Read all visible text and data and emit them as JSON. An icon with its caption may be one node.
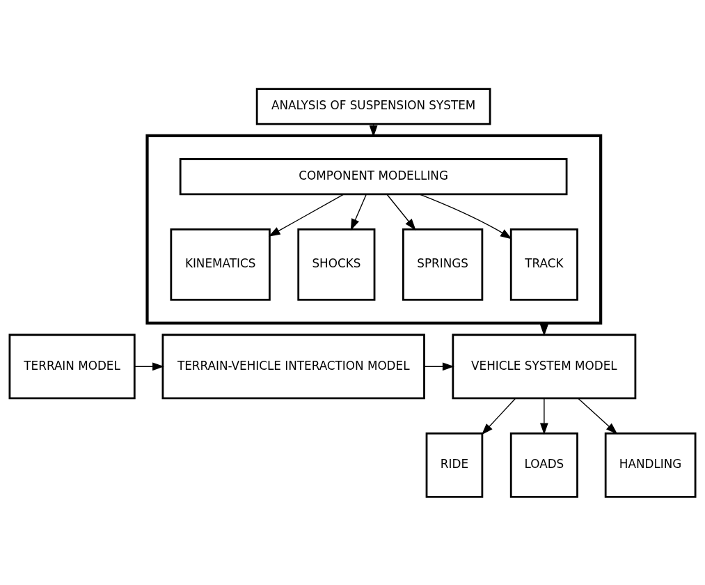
{
  "diagram": {
    "nodes": [
      {
        "text": [
          "ANALYSIS OF SUSPENSION SYSTEM"
        ]
      },
      {
        "text": [],
        "shape": "box"
      },
      {
        "text": [
          "COMPONENT MODELLING"
        ],
        "in": 1
      },
      {
        "text": [
          "KINEMATICS"
        ],
        "in": 1
      },
      {
        "text": [
          "SHOCKS"
        ],
        "in": 1
      },
      {
        "text": [
          "SPRINGS"
        ],
        "in": 1
      },
      {
        "text": [
          "TRACK"
        ],
        "in": 1
      },
      {
        "text": [
          "TERRAIN MODEL"
        ]
      },
      {
        "text": [
          "TERRAIN-VEHICLE INTERACTION MODEL"
        ]
      },
      {
        "text": [
          "VEHICLE SYSTEM MODEL"
        ]
      },
      {
        "text": [
          "RIDE"
        ]
      },
      {
        "text": [
          "LOADS"
        ]
      },
      {
        "text": [
          "HANDLING"
        ]
      }
    ],
    "edges": [
      {
        "from": 0,
        "to": 1,
        "arrow": "to"
      },
      {
        "from": 2,
        "to": 3,
        "arrow": "to"
      },
      {
        "from": 2,
        "to": 4,
        "arrow": "to"
      },
      {
        "from": 2,
        "to": 5,
        "arrow": "to"
      },
      {
        "from": 2,
        "to": 6,
        "arrow": "to"
      },
      {
        "from": 1,
        "to": 9,
        "arrow": "to"
      },
      {
        "from": 7,
        "to": 8,
        "arrow": "to"
      },
      {
        "from": 8,
        "to": 9,
        "arrow": "to"
      },
      {
        "from": 9,
        "to": 10,
        "arrow": "to"
      },
      {
        "from": 9,
        "to": 11,
        "arrow": "to"
      },
      {
        "from": 9,
        "to": 12,
        "arrow": "to"
      }
    ]
  }
}
